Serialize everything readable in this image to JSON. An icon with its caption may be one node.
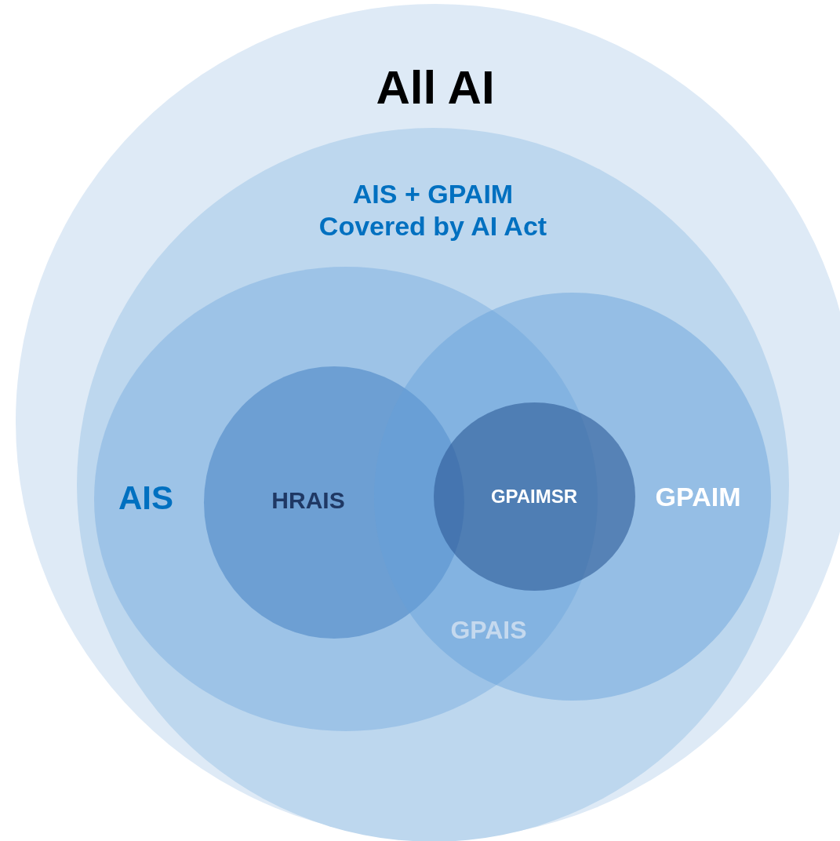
{
  "diagram": {
    "nodes": [
      {
        "text": [
          "All AI"
        ]
      },
      {
        "text": [
          "AIS + GPAIM Covered by AI Act"
        ],
        "in": 0
      },
      {
        "text": [
          "AIS"
        ],
        "in": 1
      },
      {
        "text": [
          "GPAIM"
        ],
        "in": 1
      },
      {
        "text": [
          "HRAIS"
        ],
        "in": 2
      },
      {
        "text": [
          "GPAIMSR"
        ],
        "in": 3
      }
    ],
    "edges": [],
    "labels": [
      "GPAIS"
    ]
  }
}
